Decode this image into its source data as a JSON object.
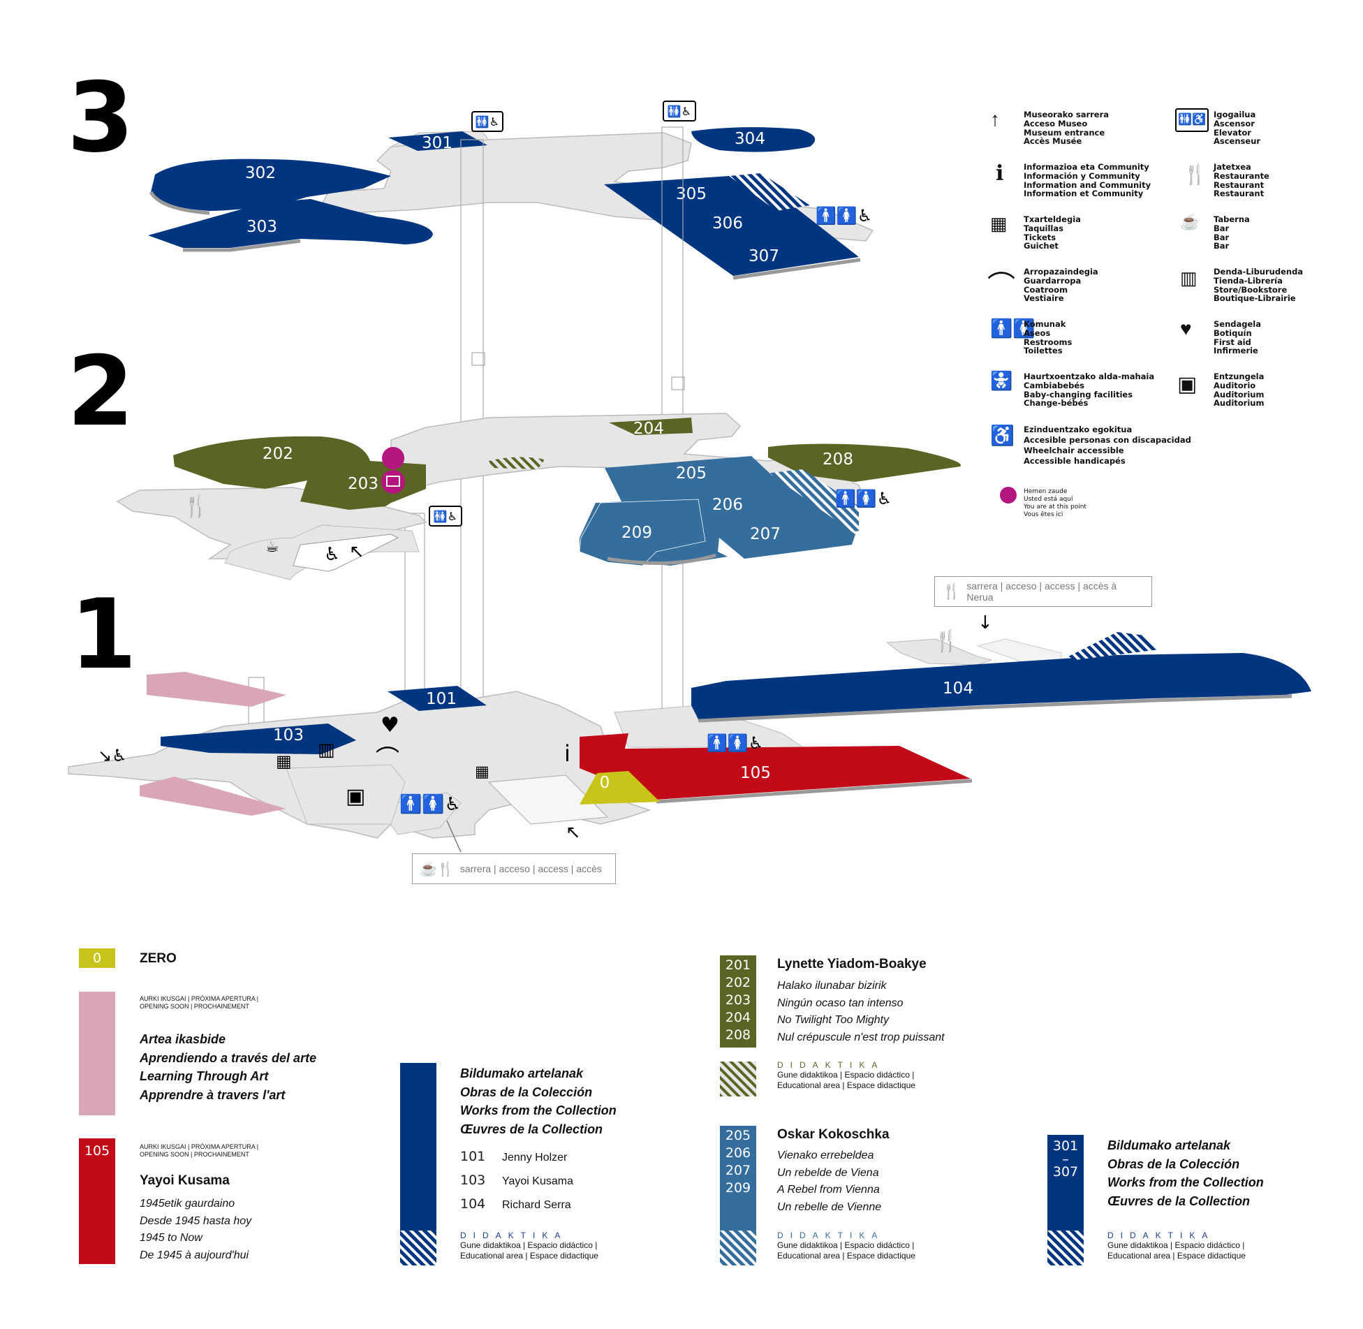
{
  "floors": {
    "f3": "3",
    "f2": "2",
    "f1": "1"
  },
  "rooms": {
    "r301": "301",
    "r302": "302",
    "r303": "303",
    "r304": "304",
    "r305": "305",
    "r306": "306",
    "r307": "307",
    "r202": "202",
    "r203": "203",
    "r204": "204",
    "r205": "205",
    "r206": "206",
    "r207": "207",
    "r208": "208",
    "r209": "209",
    "r101": "101",
    "r103": "103",
    "r104": "104",
    "r105": "105",
    "r0": "0"
  },
  "access": {
    "nerua": "sarrera | acceso | access | accès à Nerua",
    "main": "sarrera | acceso | access | accès"
  },
  "legend": {
    "museum_entrance": [
      "Museorako sarrera",
      "Acceso Museo",
      "Museum entrance",
      "Accès Musée"
    ],
    "information": [
      "Informazioa eta Community",
      "Información y Community",
      "Information and Community",
      "Information et Community"
    ],
    "tickets": [
      "Txarteldegia",
      "Taquillas",
      "Tickets",
      "Guichet"
    ],
    "coatroom": [
      "Arropazaindegia",
      "Guardarropa",
      "Coatroom",
      "Vestiaire"
    ],
    "restrooms": [
      "Komunak",
      "Aseos",
      "Restrooms",
      "Toilettes"
    ],
    "baby": [
      "Haurtxoentzako alda-mahaia",
      "Cambiabebés",
      "Baby-changing facilities",
      "Change-bébés"
    ],
    "accessible": [
      "Ezinduentzako egokitua",
      "Accesible personas con discapacidad",
      "Wheelchair accessible",
      "Accessible handicapés"
    ],
    "here": [
      "Hemen zaude",
      "Usted está aquí",
      "You are at this point",
      "Vous êtes ici"
    ],
    "elevator": [
      "Igogailua",
      "Ascensor",
      "Elevator",
      "Ascenseur"
    ],
    "restaurant": [
      "Jatetxea",
      "Restaurante",
      "Restaurant",
      "Restaurant"
    ],
    "bar": [
      "Taberna",
      "Bar",
      "Bar",
      "Bar"
    ],
    "store": [
      "Denda-Liburudenda",
      "Tienda-Librería",
      "Store/Bookstore",
      "Boutique-Librairie"
    ],
    "firstaid": [
      "Sendagela",
      "Botiquín",
      "First aid",
      "Infirmerie"
    ],
    "auditorium": [
      "Entzungela",
      "Auditorio",
      "Auditorium",
      "Auditorium"
    ]
  },
  "key": {
    "zero": {
      "num": "0",
      "title": "ZERO"
    },
    "pink": {
      "soon1": "AURKI IKUSGAI | PRÓXIMA APERTURA |",
      "soon2": "OPENING SOON | PROCHAINEMENT",
      "lines": [
        "Artea ikasbide",
        "Aprendiendo a través del arte",
        "Learning Through Art",
        "Apprendre à travers l'art"
      ]
    },
    "kusama": {
      "num": "105",
      "soon1": "AURKI IKUSGAI | PRÓXIMA APERTURA |",
      "soon2": "OPENING SOON | PROCHAINEMENT",
      "title": "Yayoi Kusama",
      "lines": [
        "1945etik gaurdaino",
        "Desde 1945 hasta hoy",
        "1945 to Now",
        "De 1945 à aujourd'hui"
      ]
    },
    "collection1": {
      "lines": [
        "Bildumako artelanak",
        "Obras de la Colección",
        "Works from the Collection",
        "Œuvres de la Collection"
      ],
      "items": [
        {
          "num": "101",
          "name": "Jenny Holzer"
        },
        {
          "num": "103",
          "name": "Yayoi Kusama"
        },
        {
          "num": "104",
          "name": "Richard Serra"
        }
      ]
    },
    "yiadom": {
      "nums": [
        "201",
        "202",
        "203",
        "204",
        "208"
      ],
      "title": "Lynette Yiadom-Boakye",
      "lines": [
        "Halako ilunabar bizirik",
        "Ningún ocaso tan intenso",
        "No Twilight Too Mighty",
        "Nul crépuscule n'est trop puissant"
      ]
    },
    "kokoschka": {
      "nums": [
        "205",
        "206",
        "207",
        "209"
      ],
      "title": "Oskar Kokoschka",
      "lines": [
        "Vienako errebeldea",
        "Un rebelde de Viena",
        "A Rebel from Vienna",
        "Un rebelle de Vienne"
      ]
    },
    "collection3": {
      "num_top": "301",
      "dash": "–",
      "num_bottom": "307",
      "lines": [
        "Bildumako artelanak",
        "Obras de la Colección",
        "Works from the Collection",
        "Œuvres de la Collection"
      ]
    },
    "didaktika": {
      "word": "DIDAKTIKA",
      "l1": "Gune didaktikoa | Espacio didáctico |",
      "l2": "Educational area | Espace didactique"
    }
  },
  "colors": {
    "navy": "#003580",
    "olive": "#5b6424",
    "steel": "#356d9c",
    "red": "#c30a18",
    "pink": "#d9a6b8",
    "yellow": "#c8c41a",
    "magenta": "#b5157e",
    "floor": "#e6e6e6",
    "edge": "#9a9a9a"
  }
}
